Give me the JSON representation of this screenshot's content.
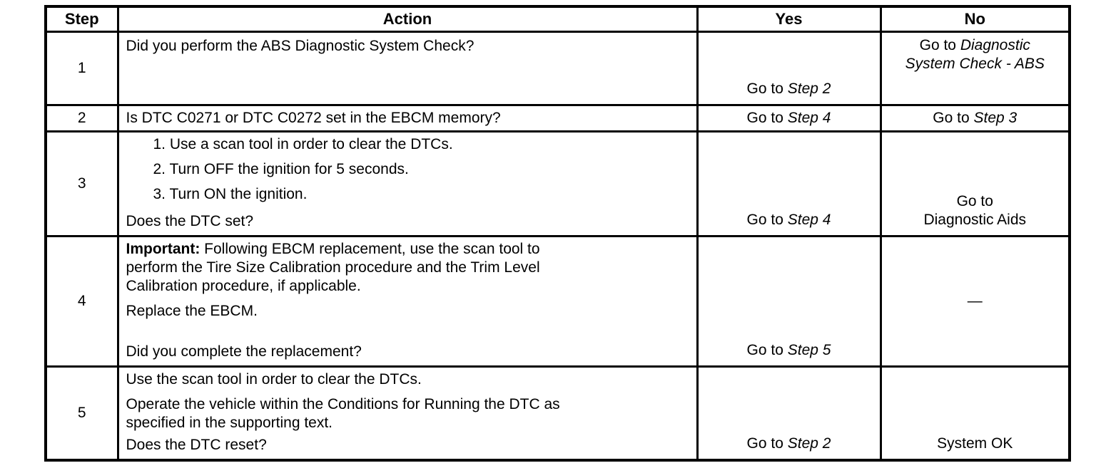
{
  "table": {
    "columns": [
      {
        "label": "Step"
      },
      {
        "label": "Action"
      },
      {
        "label": "Yes"
      },
      {
        "label": "No"
      }
    ],
    "rows": [
      {
        "step": "1",
        "action_valign": "top",
        "action": [
          {
            "lines": [
              [
                {
                  "t": "Did you perform the ABS Diagnostic System Check?"
                }
              ]
            ]
          }
        ],
        "yes": {
          "valign": "bottom",
          "lines": [
            [
              {
                "t": "Go to "
              },
              {
                "t": "Step 2",
                "i": true
              }
            ]
          ]
        },
        "no": {
          "valign": "top",
          "lines": [
            [
              {
                "t": "Go to "
              },
              {
                "t": "Diagnostic",
                "i": true
              }
            ],
            [
              {
                "t": "System Check - ABS",
                "i": true
              }
            ]
          ]
        }
      },
      {
        "step": "2",
        "action_valign": "middle",
        "action": [
          {
            "lines": [
              [
                {
                  "t": "Is DTC C0271 or DTC C0272 set in the EBCM memory?"
                }
              ]
            ]
          }
        ],
        "yes": {
          "valign": "middle",
          "lines": [
            [
              {
                "t": "Go to "
              },
              {
                "t": "Step 4",
                "i": true
              }
            ]
          ]
        },
        "no": {
          "valign": "middle",
          "lines": [
            [
              {
                "t": "Go to "
              },
              {
                "t": "Step 3",
                "i": true
              }
            ]
          ]
        }
      },
      {
        "step": "3",
        "action_valign": "top",
        "action": [
          {
            "indent": true,
            "lines": [
              [
                {
                  "t": "1.  Use a scan tool in order to clear the DTCs."
                }
              ]
            ]
          },
          {
            "indent": true,
            "lines": [
              [
                {
                  "t": "2.  Turn OFF the ignition for 5 seconds."
                }
              ]
            ]
          },
          {
            "indent": true,
            "lines": [
              [
                {
                  "t": "3.  Turn ON the ignition."
                }
              ]
            ]
          },
          {
            "push": true,
            "lines": [
              [
                {
                  "t": "Does the DTC set?"
                }
              ]
            ]
          }
        ],
        "yes": {
          "valign": "bottom",
          "lines": [
            [
              {
                "t": "Go to "
              },
              {
                "t": "Step 4",
                "i": true
              }
            ]
          ]
        },
        "no": {
          "valign": "bottom",
          "lines": [
            [
              {
                "t": "Go to"
              }
            ],
            [
              {
                "t": "Diagnostic Aids"
              }
            ]
          ]
        }
      },
      {
        "step": "4",
        "action_valign": "top",
        "action": [
          {
            "lines": [
              [
                {
                  "t": "Important:",
                  "b": true
                },
                {
                  "t": " Following EBCM replacement, use the scan tool to"
                }
              ],
              [
                {
                  "t": "perform the Tire Size Calibration procedure and the Trim Level"
                }
              ],
              [
                {
                  "t": "Calibration procedure, if applicable."
                }
              ]
            ]
          },
          {
            "lines": [
              [
                {
                  "t": "Replace the EBCM."
                }
              ]
            ]
          },
          {
            "push": true,
            "lines": [
              [
                {
                  "t": "Did you complete the replacement?"
                }
              ]
            ]
          }
        ],
        "yes": {
          "valign": "bottom",
          "lines": [
            [
              {
                "t": "Go to "
              },
              {
                "t": "Step 5",
                "i": true
              }
            ]
          ]
        },
        "no": {
          "valign": "middle",
          "lines": [
            [
              {
                "t": "—"
              }
            ]
          ]
        }
      },
      {
        "step": "5",
        "action_valign": "top",
        "action": [
          {
            "lines": [
              [
                {
                  "t": "Use the scan tool in order to clear the DTCs."
                }
              ]
            ]
          },
          {
            "lines": [
              [
                {
                  "t": "Operate the vehicle within the Conditions for Running the DTC as"
                }
              ],
              [
                {
                  "t": "specified in the supporting text."
                }
              ]
            ]
          },
          {
            "push": true,
            "lines": [
              [
                {
                  "t": "Does the DTC reset?"
                }
              ]
            ]
          }
        ],
        "yes": {
          "valign": "bottom",
          "lines": [
            [
              {
                "t": "Go to "
              },
              {
                "t": "Step 2",
                "i": true
              }
            ]
          ]
        },
        "no": {
          "valign": "bottom",
          "lines": [
            [
              {
                "t": "System OK"
              }
            ]
          ]
        }
      }
    ]
  }
}
